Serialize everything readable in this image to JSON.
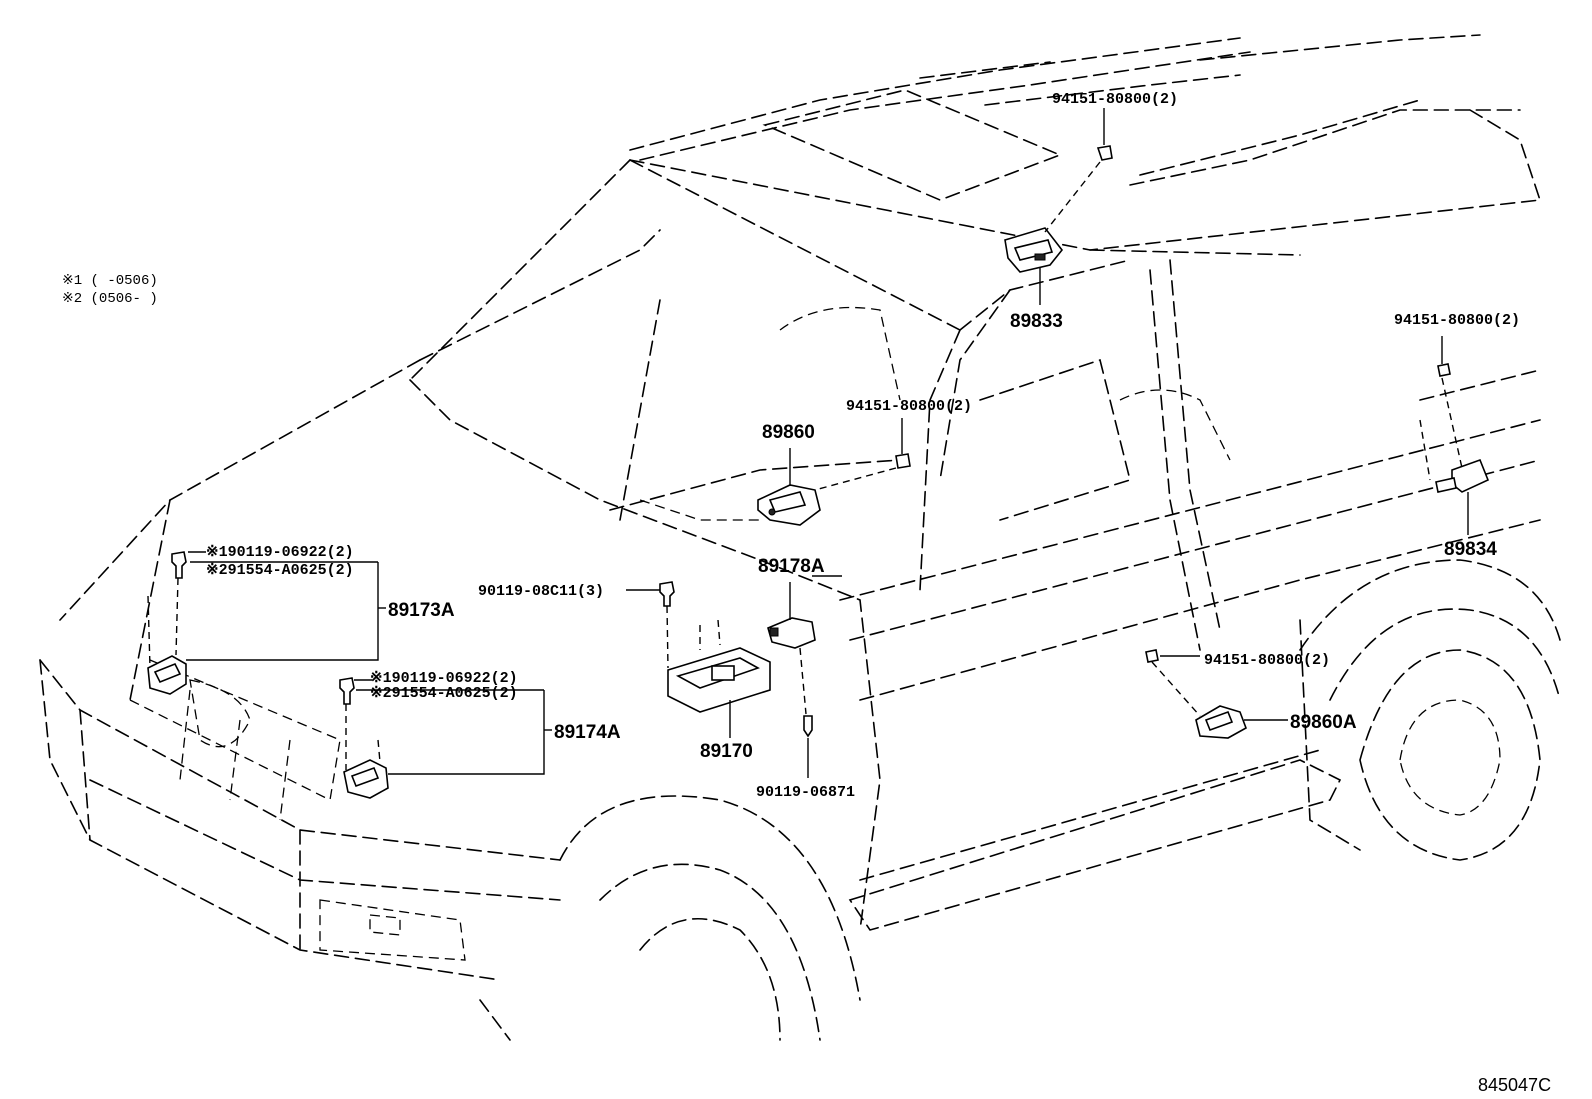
{
  "notes": {
    "note1": "※1 (     -0506)",
    "note2": "※2 (0506-     )"
  },
  "labels": {
    "bolt_roof": "94151-80800(2)",
    "sensor_roof": "89833",
    "bolt_right_rear": "94151-80800(2)",
    "sensor_right_rear": "89834",
    "bolt_pillar": "94151-80800(2)",
    "sensor_pillar": "89860",
    "ecu_sensor": "89178A",
    "bolt_ecu": "90119-08C11(3)",
    "ecu": "89170",
    "bolt_floor": "90119-06871",
    "bolt_rocker": "94151-80800(2)",
    "sensor_rocker": "89860A",
    "front_left_bolt_1": "※190119-06922(2)",
    "front_left_bolt_2": "※291554-A0625(2)",
    "sensor_front_left": "89173A",
    "front_right_bolt_1": "※190119-06922(2)",
    "front_right_bolt_2": "※291554-A0625(2)",
    "sensor_front_right": "89174A"
  },
  "diagram_code": "845047C"
}
